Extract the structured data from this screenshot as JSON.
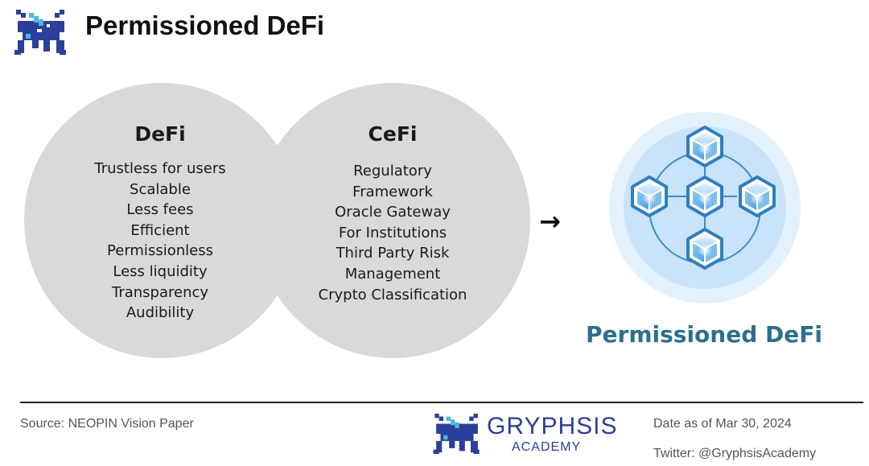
{
  "header": {
    "title": "Permissioned DeFi"
  },
  "defi": {
    "title": "DeFi",
    "items": [
      "Trustless for users",
      "Scalable",
      "Less fees",
      "Efficient",
      "Permissionless",
      "Less liquidity",
      "Transparency",
      "Audibility"
    ]
  },
  "cefi": {
    "title": "CeFi",
    "items": [
      "Regulatory",
      "Framework",
      "Oracle Gateway",
      "For Institutions",
      "Third Party Risk",
      "Management",
      "Crypto Classification"
    ]
  },
  "arrow": "→",
  "result": {
    "label": "Permissioned DeFi"
  },
  "footer": {
    "source": "Source: NEOPIN Vision Paper",
    "brand": "GRYPHSIS",
    "brand_sub": "ACADEMY",
    "date": "Date as of Mar 30, 2024",
    "twitter": "Twitter: @GryphsisAcademy"
  },
  "colors": {
    "blob": "#d9d9d9",
    "accent": "#2c6f8f",
    "brand": "#2b3f9a",
    "cube": "#2f7fc0",
    "circle_outer": "#e3f1fd",
    "circle_inner": "#c9e3fb"
  },
  "icons": [
    "gryphon-logo-icon",
    "blockchain-network-icon",
    "arrow-right-icon"
  ]
}
